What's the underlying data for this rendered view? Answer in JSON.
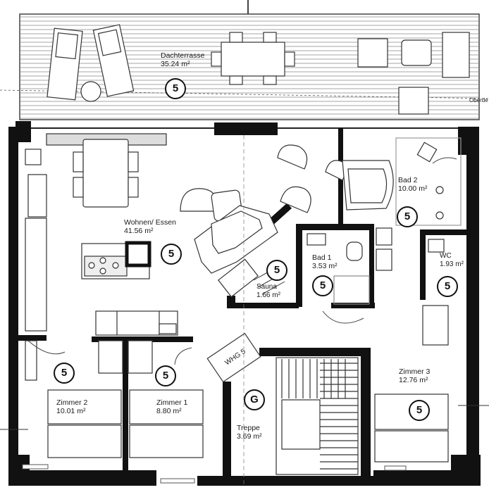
{
  "rooms": {
    "dachterrasse": {
      "name": "Dachterrasse",
      "area": "35.24 m²"
    },
    "wohnen": {
      "name": "Wohnen/ Essen",
      "area": "41.56 m²"
    },
    "bad2": {
      "name": "Bad 2",
      "area": "10.00 m²"
    },
    "bad1": {
      "name": "Bad 1",
      "area": "3.53 m²"
    },
    "sauna": {
      "name": "Sauna",
      "area": "1.66 m²"
    },
    "wc": {
      "name": "WC",
      "area": "1.93 m²"
    },
    "zimmer2": {
      "name": "Zimmer 2",
      "area": "10.01 m²"
    },
    "zimmer1": {
      "name": "Zimmer 1",
      "area": "8.80 m²"
    },
    "zimmer3": {
      "name": "Zimmer 3",
      "area": "12.76 m²"
    },
    "treppe": {
      "name": "Treppe",
      "area": "3.69 m²"
    }
  },
  "badges": {
    "five": "5",
    "g": "G"
  },
  "labels": {
    "whg": "WHG 5",
    "oberdecke": "Oberde"
  }
}
